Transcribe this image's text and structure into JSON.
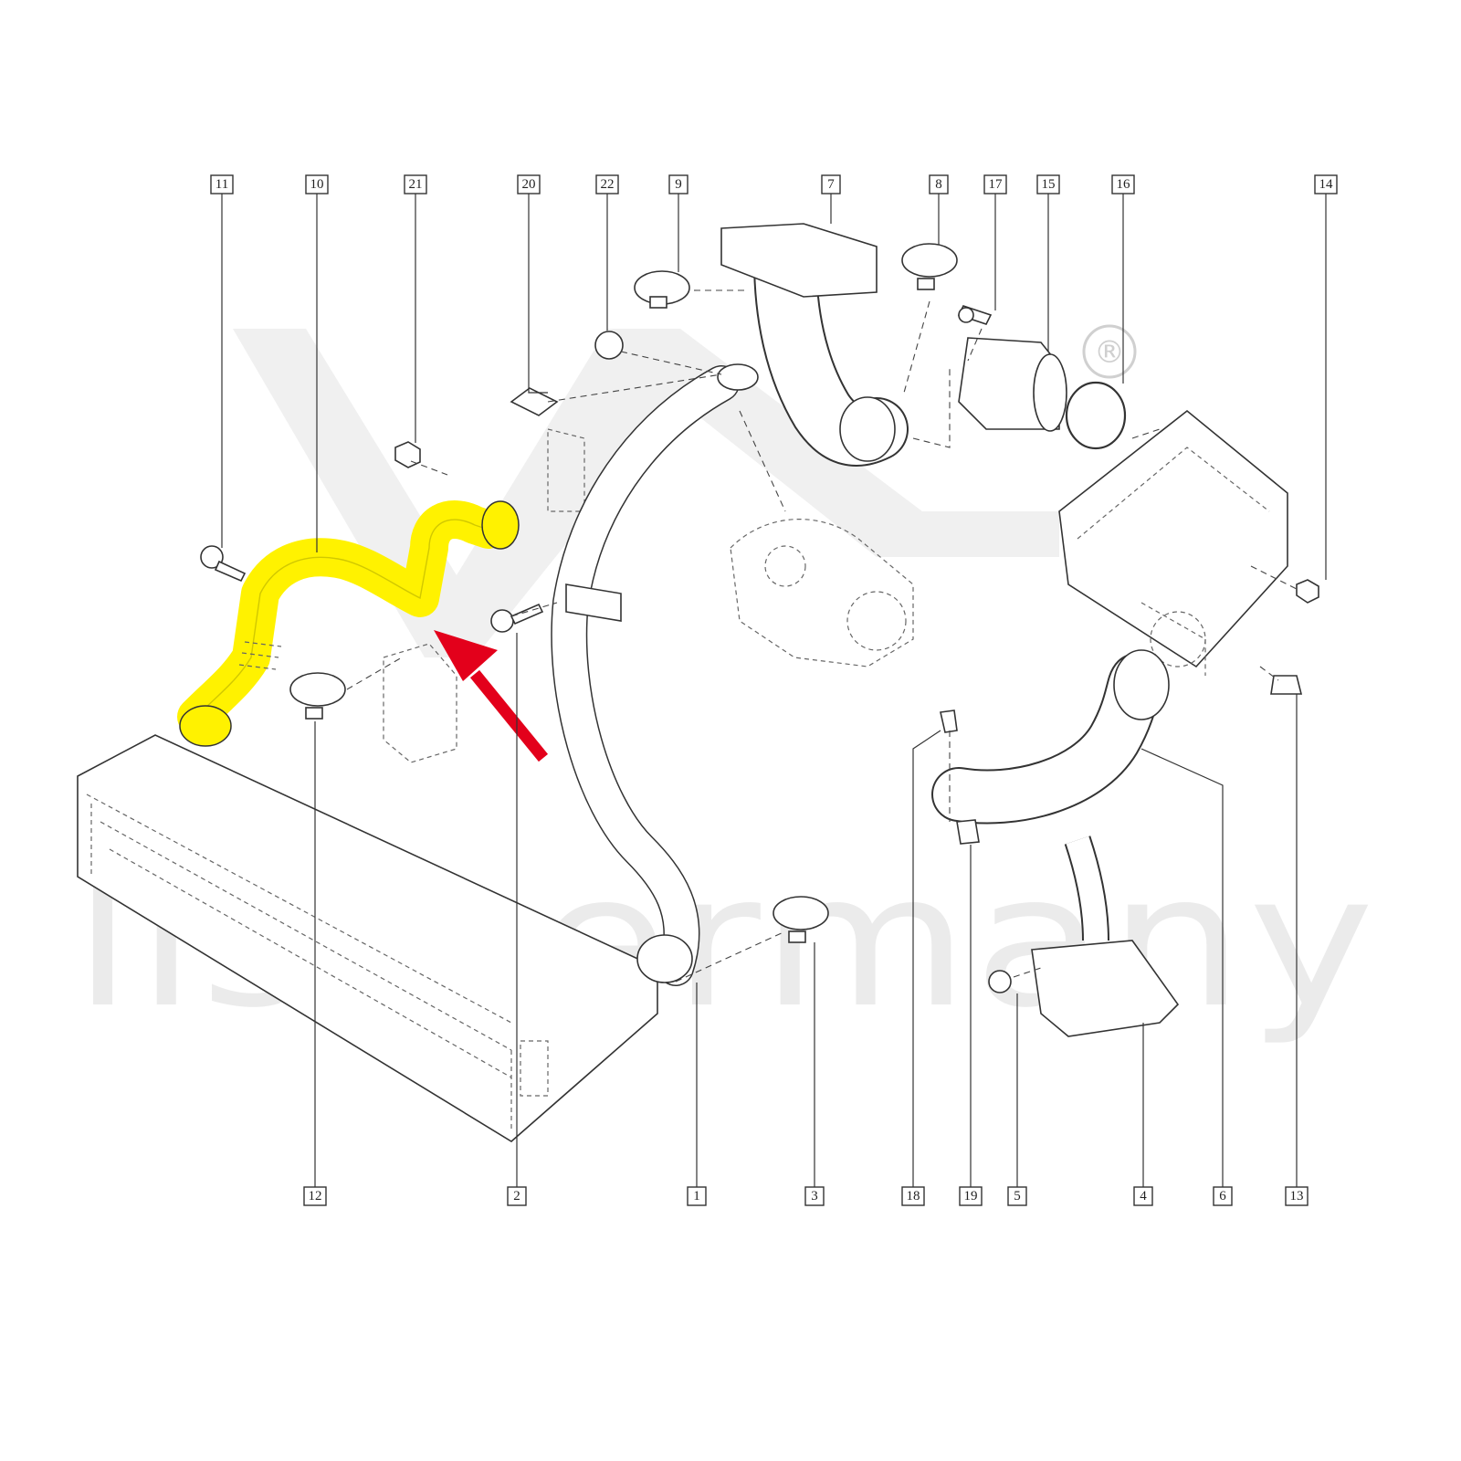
{
  "watermark": {
    "logo_text": "LLS",
    "text": "lls-germany",
    "registered_mark": "®"
  },
  "highlight": {
    "color": "#fff200",
    "arrow_color": "#e3001b",
    "part_number": "10"
  },
  "callouts_top": [
    {
      "label": "11"
    },
    {
      "label": "10"
    },
    {
      "label": "21"
    },
    {
      "label": "20"
    },
    {
      "label": "22"
    },
    {
      "label": "9"
    },
    {
      "label": "7"
    },
    {
      "label": "8"
    },
    {
      "label": "17"
    },
    {
      "label": "15"
    },
    {
      "label": "16"
    },
    {
      "label": "14"
    }
  ],
  "callouts_bottom": [
    {
      "label": "12"
    },
    {
      "label": "2"
    },
    {
      "label": "1"
    },
    {
      "label": "3"
    },
    {
      "label": "18"
    },
    {
      "label": "19"
    },
    {
      "label": "5"
    },
    {
      "label": "4"
    },
    {
      "label": "6"
    },
    {
      "label": "13"
    }
  ]
}
